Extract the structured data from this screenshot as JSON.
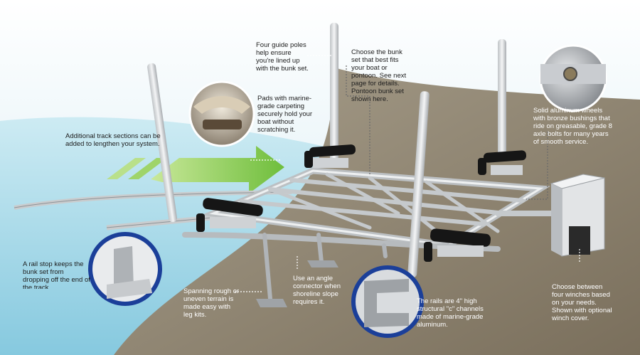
{
  "callouts": {
    "guide_poles": "Four guide poles help ensure you're lined up with the bunk set.",
    "bunk_set": "Choose the bunk set that best fits your boat or pontoon. See next page for details. Pontoon bunk set shown here.",
    "pads": "Pads with marine-grade carpeting securely hold your boat without scratching it.",
    "track_sections": "Additional track sections can be added to lengthen your system.",
    "wheels": "Solid aluminum wheels with bronze bushings that ride on greasable, grade 8 axle bolts for many years of smooth service.",
    "rail_stop": "A rail stop keeps the bunk set from dropping off the end of the track.",
    "terrain": "Spanning rough or uneven terrain is made easy with leg kits.",
    "angle_connector": "Use an angle connector when shoreline slope requires it.",
    "rails": "The rails are 4\" high structural \"c\" channels made of marine-grade aluminum.",
    "winches": "Choose between four winches based on your needs. Shown with optional winch cover."
  },
  "colors": {
    "water": "#a8d8e8",
    "shore": "#8a7f6c",
    "aluminum": "#d4d6d8",
    "arrow": "#7cc242",
    "pad": "#1a1a1a",
    "badge_ring": "#1b3f99"
  }
}
